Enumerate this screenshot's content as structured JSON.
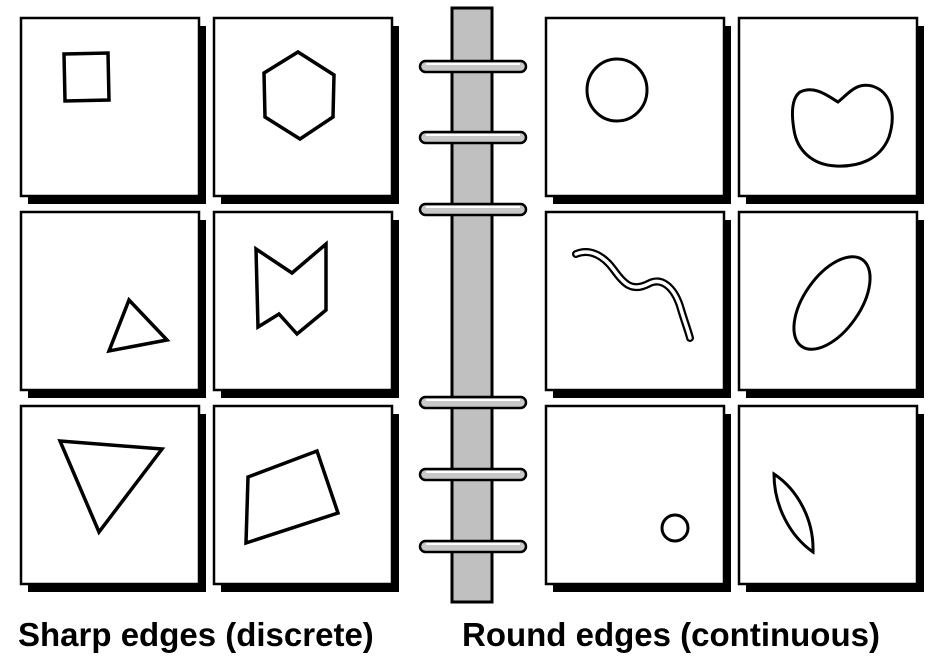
{
  "captions": {
    "left": "Sharp edges (discrete)",
    "right": "Round edges (continuous)"
  },
  "colors": {
    "background": "#ffffff",
    "ink": "#000000",
    "panel_shadow": "#000000",
    "binder_strip": "#c0c0c0",
    "ring_highlight": "#ffffff"
  },
  "groups": {
    "left": {
      "shape_kind": "sharp",
      "shapes": [
        "small-square",
        "hexagon",
        "small-triangle",
        "notched-bowtie",
        "large-triangle",
        "quadrilateral"
      ]
    },
    "right": {
      "shape_kind": "round",
      "shapes": [
        "circle",
        "kidney-bean",
        "wavy-line",
        "tilted-ellipse",
        "small-circle",
        "lens"
      ]
    }
  },
  "binder": {
    "ring_count": 6
  }
}
